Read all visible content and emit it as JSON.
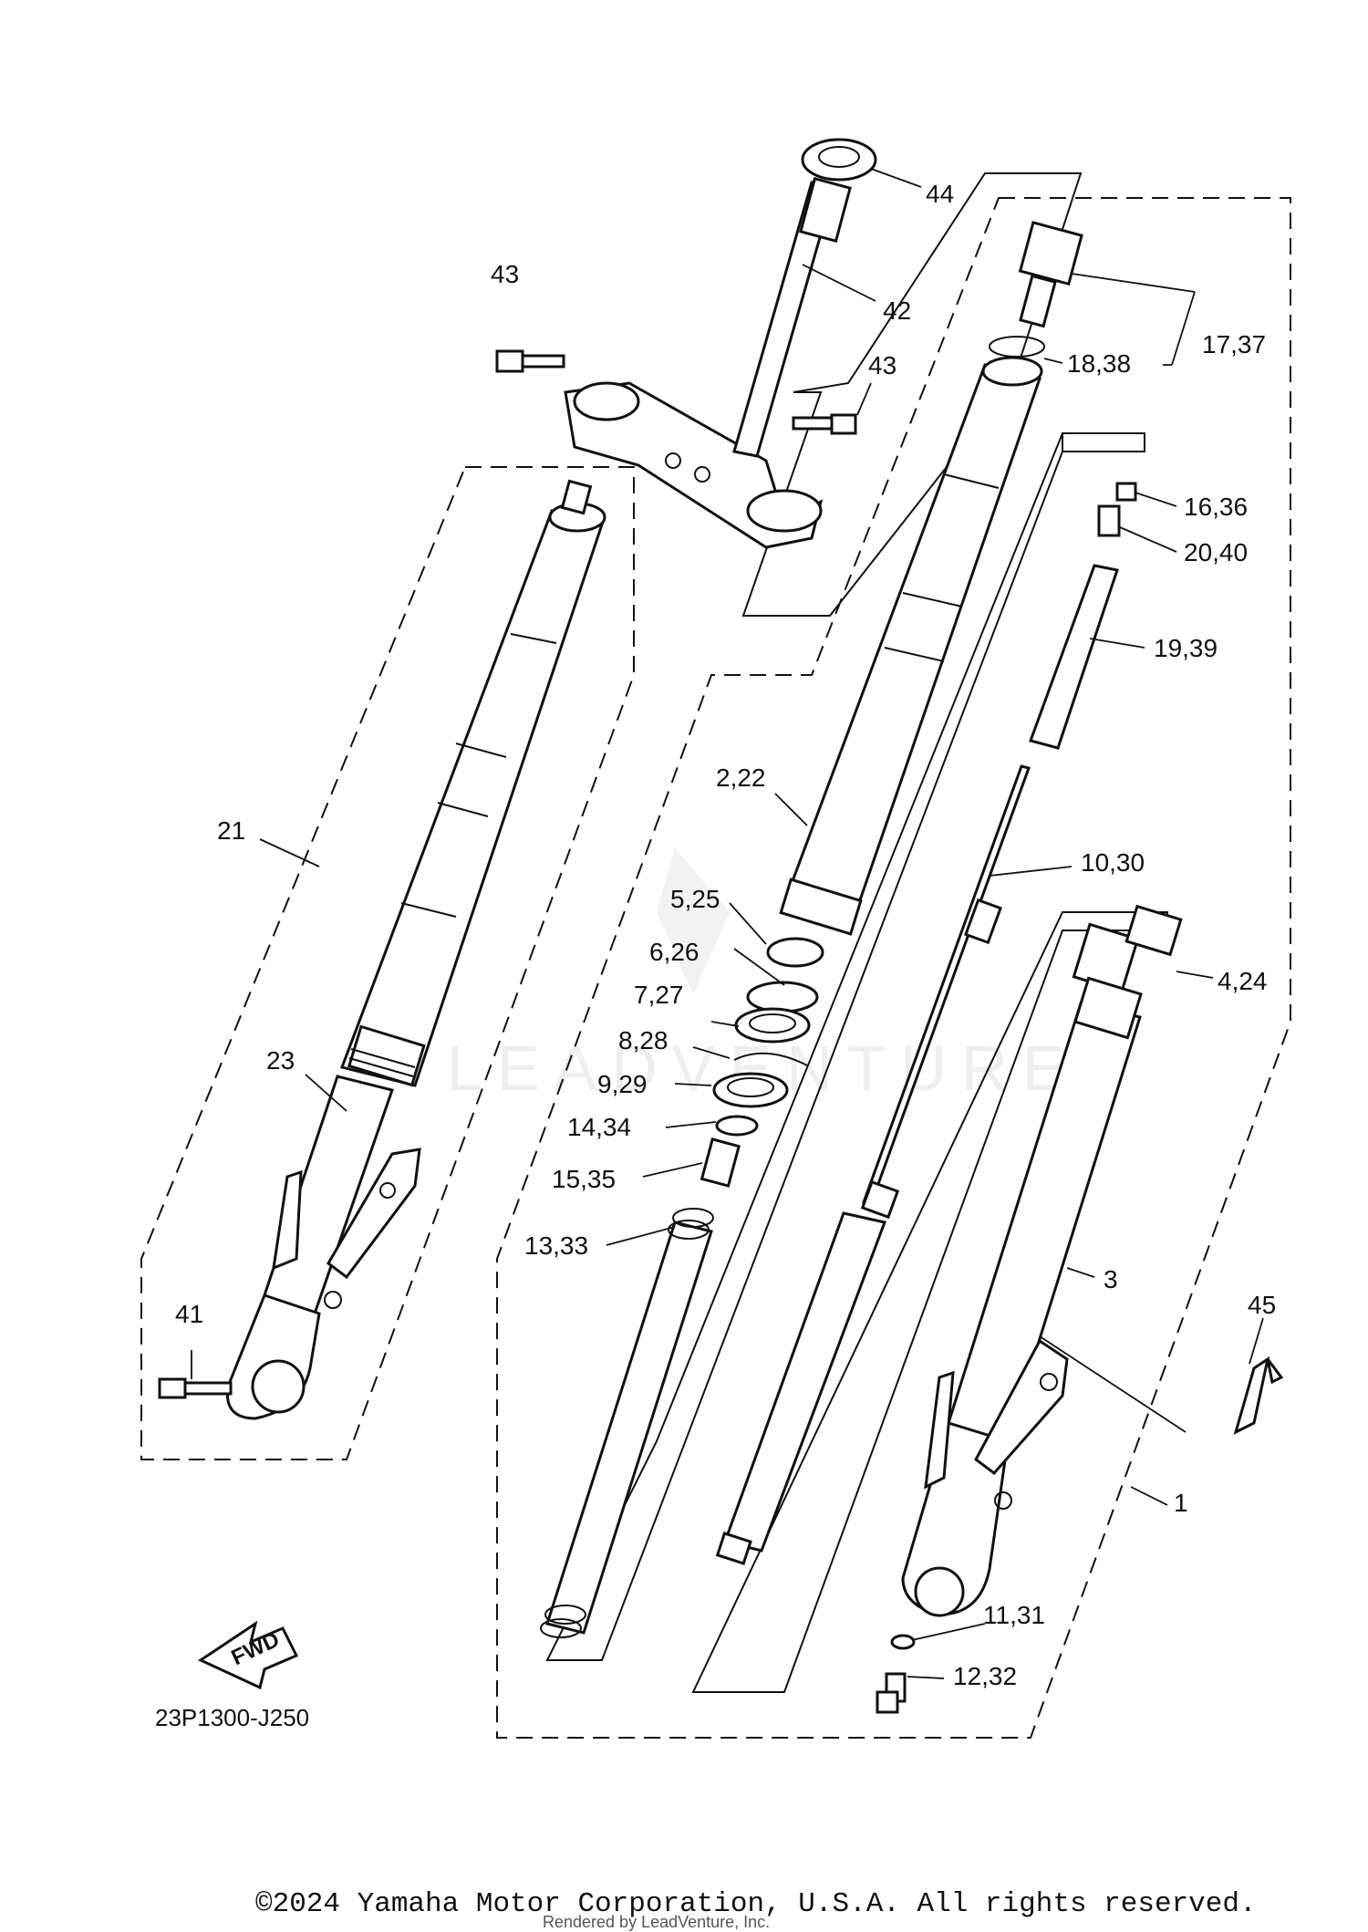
{
  "diagram_code": "23P1300-J250",
  "fwd_label": "FWD",
  "watermark": "LEADVENTURE",
  "copyright": "©2024 Yamaha Motor Corporation, U.S.A. All rights reserved.",
  "rendered_by": "Rendered by LeadVenture, Inc.",
  "callouts": {
    "p44": "44",
    "p43a": "43",
    "p42": "42",
    "p43b": "43",
    "p17_37": "17,37",
    "p18_38": "18,38",
    "p16_36": "16,36",
    "p20_40": "20,40",
    "p19_39": "19,39",
    "p21": "21",
    "p2_22": "2,22",
    "p10_30": "10,30",
    "p5_25": "5,25",
    "p6_26": "6,26",
    "p7_27": "7,27",
    "p8_28": "8,28",
    "p9_29": "9,29",
    "p4_24": "4,24",
    "p14_34": "14,34",
    "p15_35": "15,35",
    "p23": "23",
    "p13_33": "13,33",
    "p3": "3",
    "p45": "45",
    "p41": "41",
    "p1": "1",
    "p11_31": "11,31",
    "p12_32": "12,32"
  }
}
